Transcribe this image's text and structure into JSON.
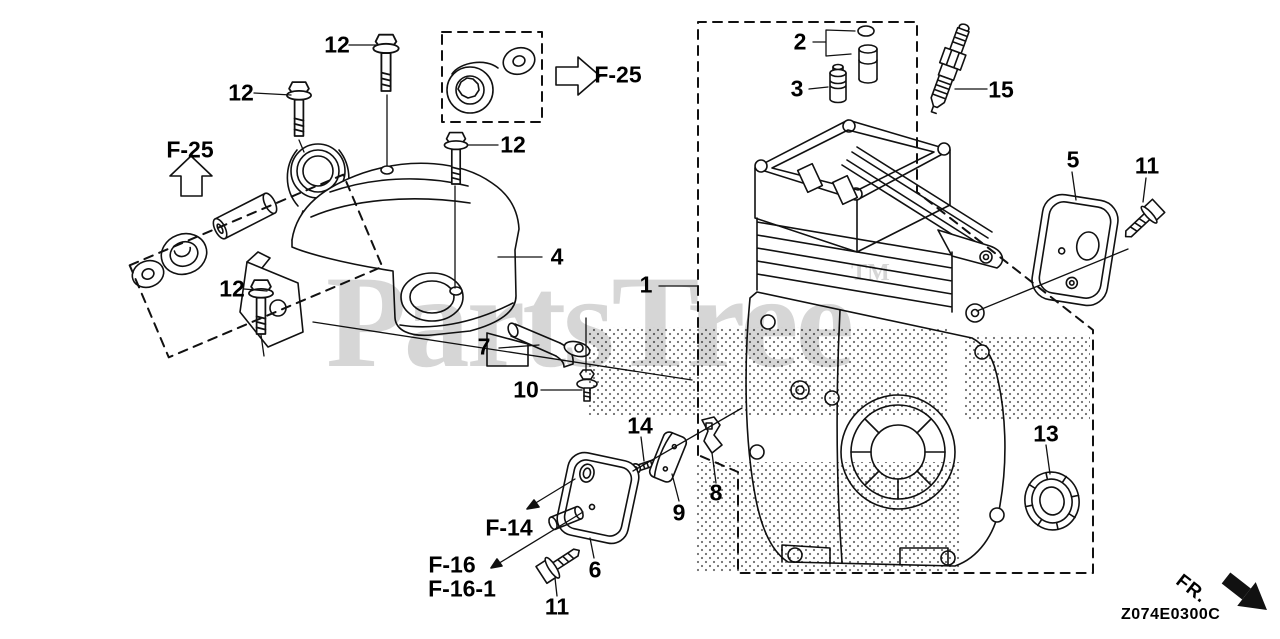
{
  "watermark": {
    "text": "PartsTree",
    "tm": "TM"
  },
  "diagram_code": "Z074E0300C",
  "fr_label": "FR.",
  "callouts": [
    {
      "part": "12"
    },
    {
      "part": "12"
    },
    {
      "part": "12"
    },
    {
      "part": "12"
    },
    {
      "part": "2"
    },
    {
      "part": "3"
    },
    {
      "part": "15"
    },
    {
      "part": "5"
    },
    {
      "part": "11"
    },
    {
      "part": "1"
    },
    {
      "part": "4"
    },
    {
      "part": "7"
    },
    {
      "part": "10"
    },
    {
      "part": "14"
    },
    {
      "part": "9"
    },
    {
      "part": "8"
    },
    {
      "part": "13"
    },
    {
      "part": "6"
    },
    {
      "part": "11"
    }
  ],
  "ref_labels": [
    {
      "label": "F-25"
    },
    {
      "label": "F-25"
    },
    {
      "label": "F-14"
    },
    {
      "label": "F-16"
    },
    {
      "label": "F-16-1"
    }
  ],
  "colors": {
    "line": "#111111",
    "watermark": "#d6d6d6",
    "background": "#ffffff"
  }
}
